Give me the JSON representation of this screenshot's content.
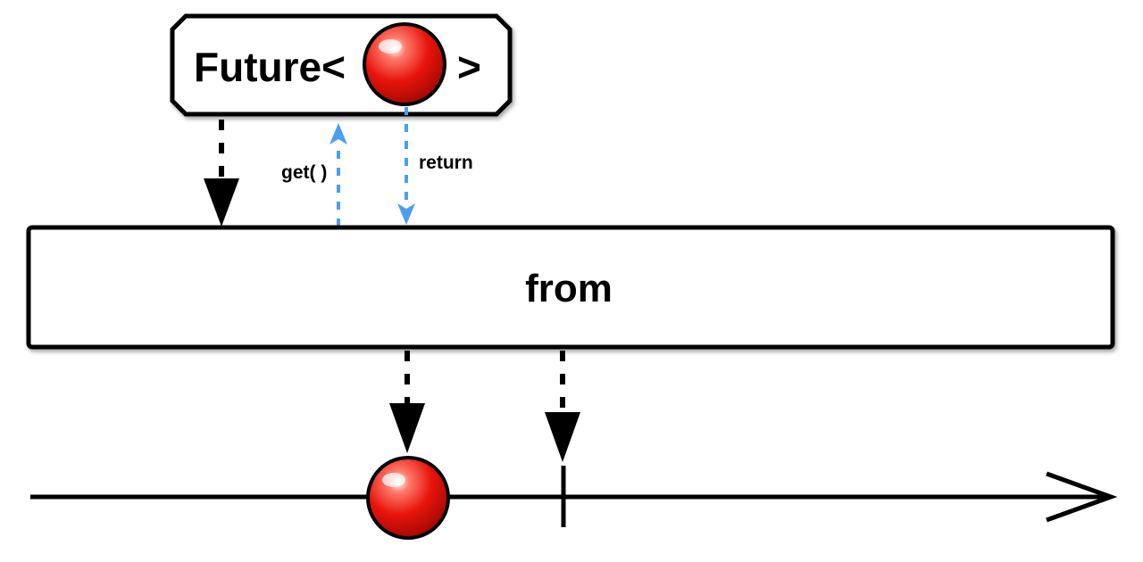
{
  "future": {
    "prefix": "Future<",
    "suffix": ">"
  },
  "operator": {
    "label": "from"
  },
  "calls": {
    "get_label": "get( )",
    "return_label": "return"
  },
  "colors": {
    "stroke": "#000000",
    "call_arrow": "#4a9ff0",
    "item_fill": "#e8140c",
    "item_highlight": "#ffffff",
    "box_fill": "#ffffff"
  },
  "icons": {
    "future_item": "red-ball-icon",
    "emitted_item": "red-ball-icon",
    "completion": "vertical-bar-icon",
    "timeline_end": "open-arrowhead-icon"
  }
}
